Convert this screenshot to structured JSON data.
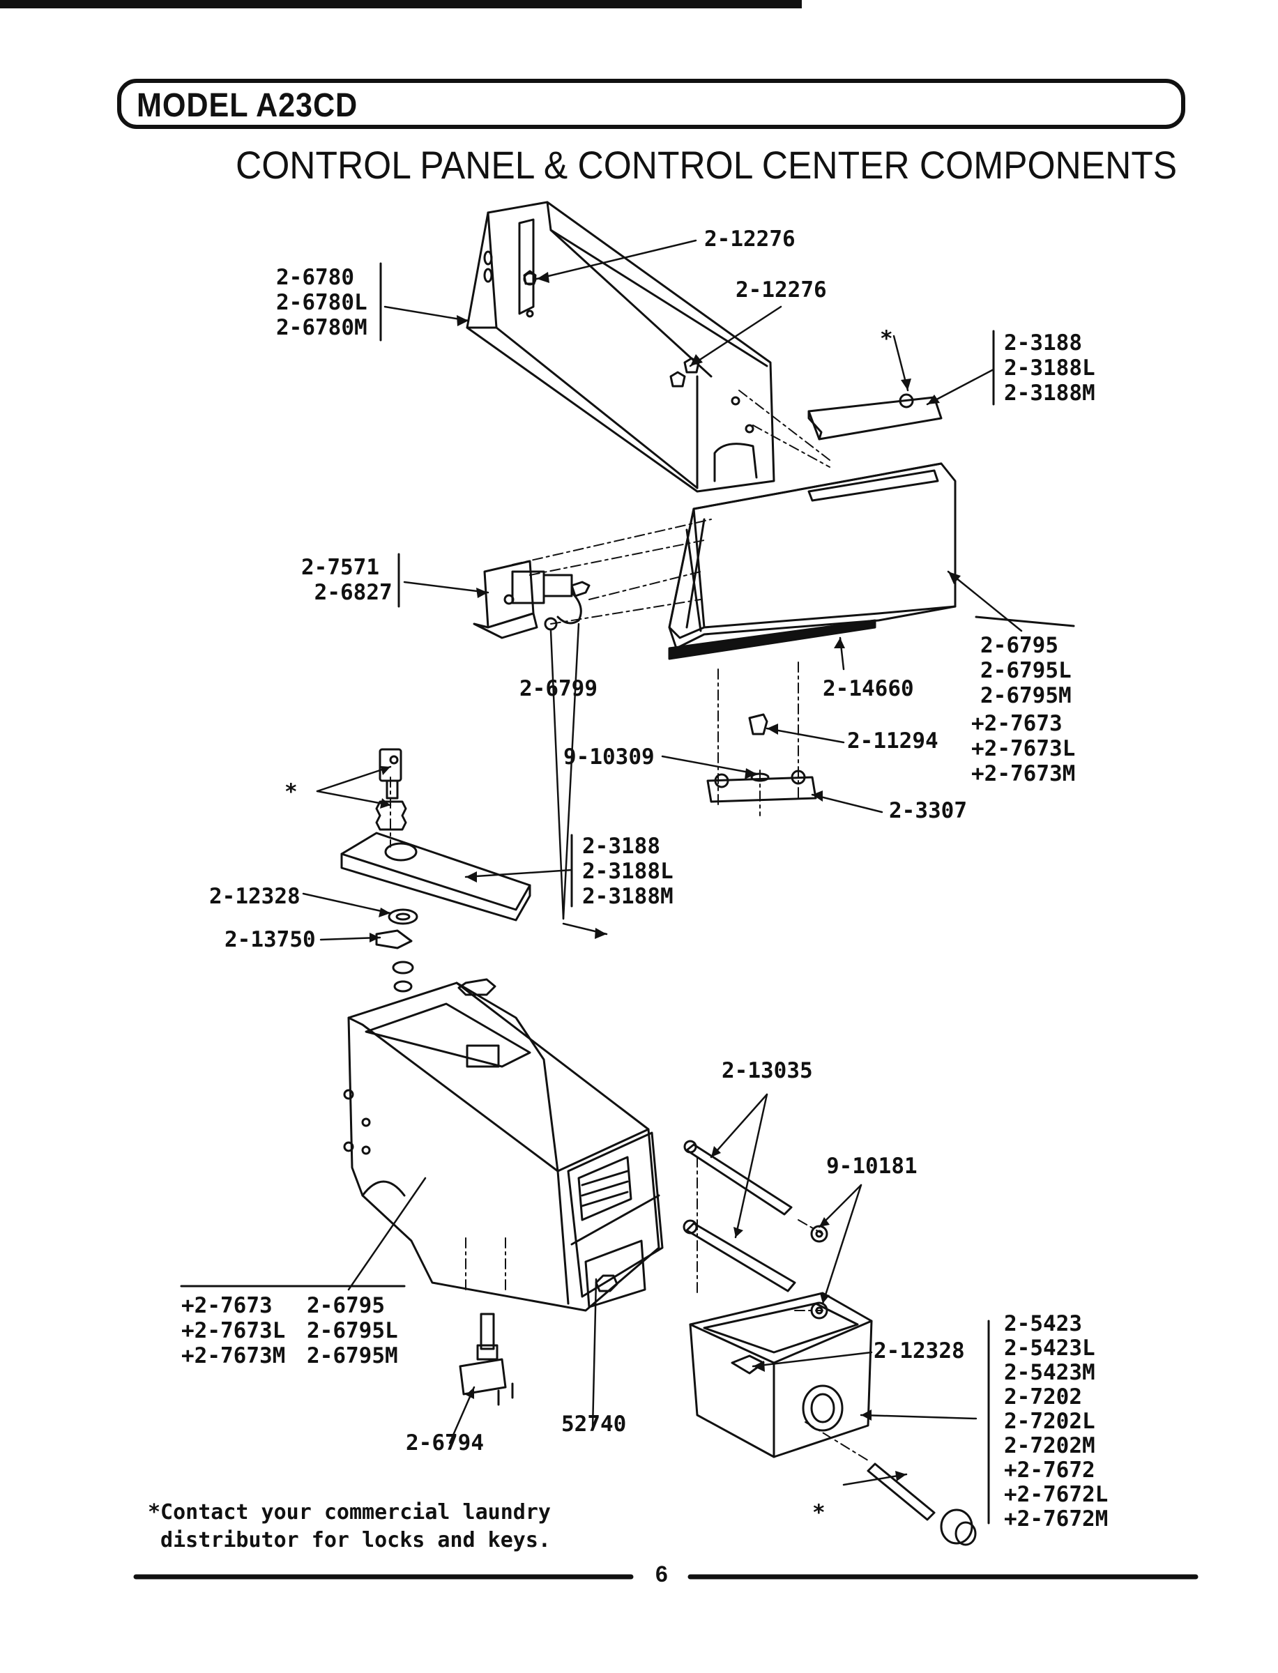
{
  "header": {
    "model": "MODEL A23CD",
    "title": "CONTROL PANEL & CONTROL CENTER COMPONENTS"
  },
  "callouts": {
    "c_12276_a": "2-12276",
    "c_12276_b": "2-12276",
    "c_6780": "2-6780\n2-6780L\n2-6780M",
    "c_star_top": "*",
    "c_3188_top": "2-3188\n2-3188L\n2-3188M",
    "c_7571": "2-7571\n 2-6827",
    "c_6799": "2-6799",
    "c_14660": "2-14660",
    "c_6795_right": "2-6795\n2-6795L\n2-6795M",
    "c_7673_right": "+2-7673\n+2-7673L\n+2-7673M",
    "c_11294": "2-11294",
    "c_10309": "9-10309",
    "c_3307": "2-3307",
    "c_star_left": "*",
    "c_3188_mid": "2-3188\n2-3188L\n2-3188M",
    "c_12328_left": "2-12328",
    "c_13750": "2-13750",
    "c_13035": "2-13035",
    "c_10181": "9-10181",
    "c_7673_bottom": "+2-7673\n+2-7673L\n+2-7673M",
    "c_6795_bottom": "2-6795\n2-6795L\n2-6795M",
    "c_12328_right": "2-12328",
    "c_5423": "2-5423\n2-5423L\n2-5423M\n2-7202\n2-7202L\n2-7202M\n+2-7672\n+2-7672L\n+2-7672M",
    "c_6794": "2-6794",
    "c_52740": "52740",
    "c_star_bottom": "*"
  },
  "footer": {
    "note": "*Contact your commercial laundry\n distributor for locks and keys.",
    "page_number": "6"
  }
}
